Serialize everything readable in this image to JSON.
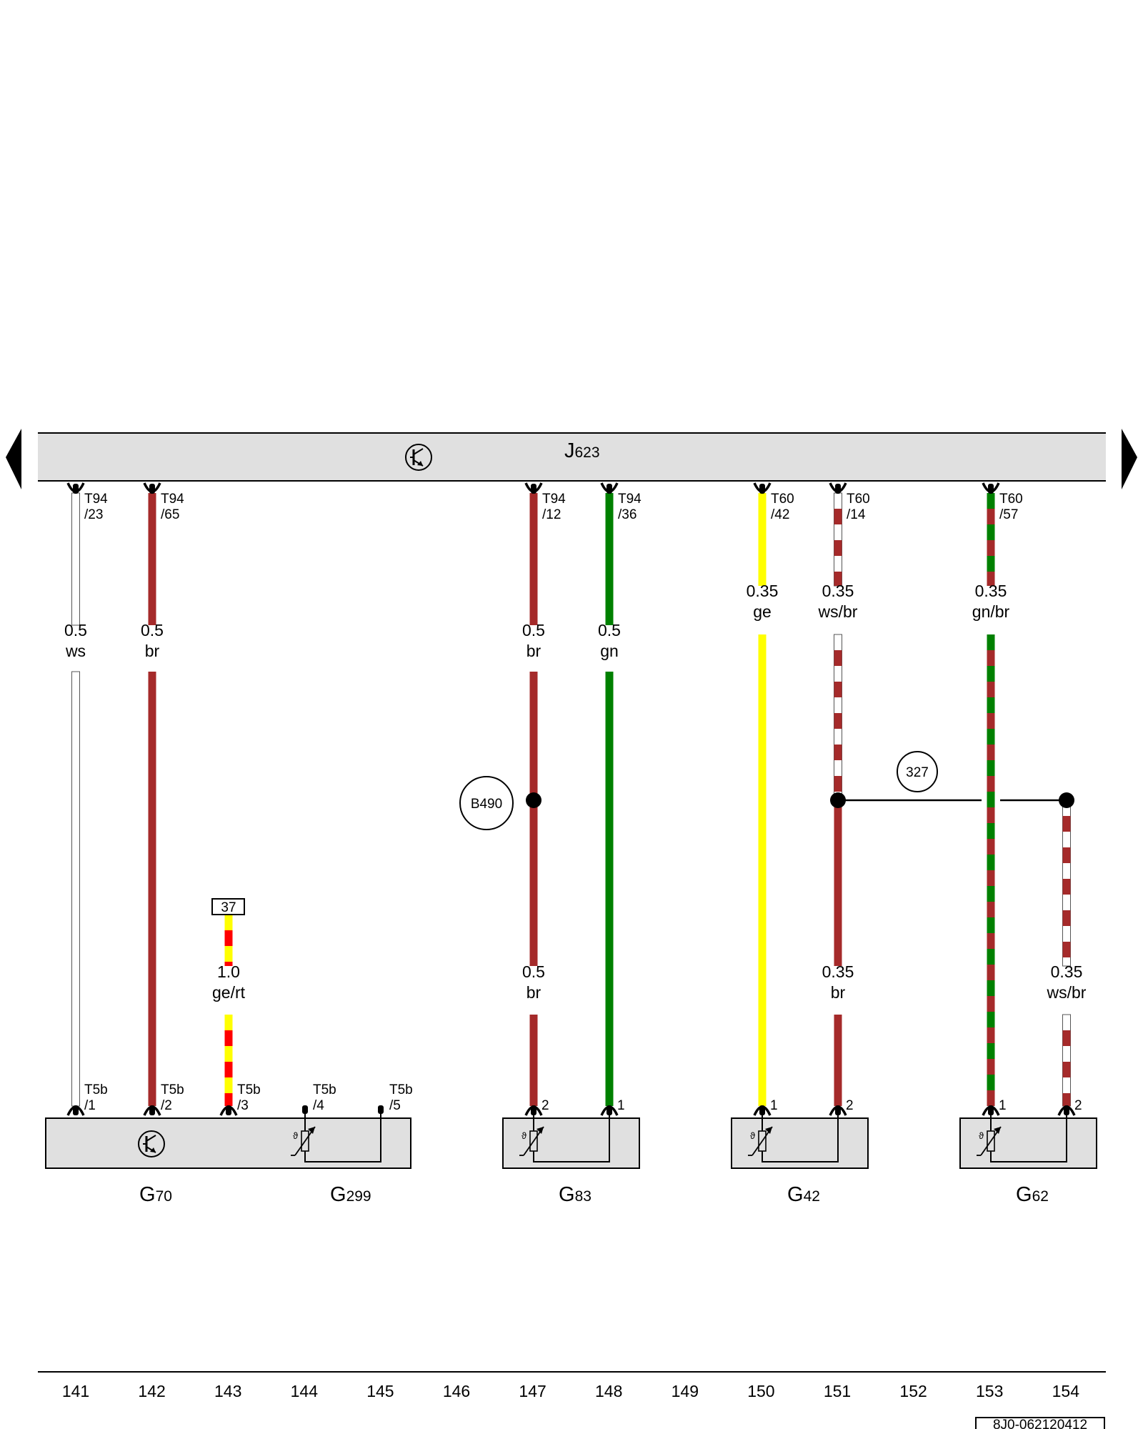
{
  "nav": {
    "prev_icon": "triangle-left-icon",
    "next_icon": "triangle-right-icon"
  },
  "control_unit": {
    "code": "J",
    "number": "623",
    "icon": "transistor-icon"
  },
  "wires": [
    {
      "id": "w141",
      "colors": [
        "#ffffff"
      ],
      "label_size": "0.5",
      "label_color": "ws",
      "top_pin": [
        "T94",
        "/23"
      ],
      "bottom_pin": [
        "T5b",
        "/1"
      ]
    },
    {
      "id": "w142",
      "colors": [
        "#a52a2a"
      ],
      "label_size": "0.5",
      "label_color": "br",
      "top_pin": [
        "T94",
        "/65"
      ],
      "bottom_pin": [
        "T5b",
        "/2"
      ]
    },
    {
      "id": "w143",
      "colors": [
        "#ffff00",
        "#ff0000"
      ],
      "label_size": "1.0",
      "label_color": "ge/rt",
      "bottom_pin": [
        "T5b",
        "/3"
      ],
      "reference": "37"
    },
    {
      "id": "w147",
      "colors": [
        "#a52a2a"
      ],
      "label_size": "0.5",
      "label_color": "br",
      "label2_size": "0.5",
      "label2_color": "br",
      "top_pin": [
        "T94",
        "/12"
      ],
      "bottom_pin_num": "2"
    },
    {
      "id": "w148",
      "colors": [
        "#008000"
      ],
      "label_size": "0.5",
      "label_color": "gn",
      "top_pin": [
        "T94",
        "/36"
      ],
      "bottom_pin_num": "1"
    },
    {
      "id": "w150",
      "colors": [
        "#ffff00"
      ],
      "label_size": "0.35",
      "label_color": "ge",
      "top_pin": [
        "T60",
        "/42"
      ],
      "bottom_pin_num": "1"
    },
    {
      "id": "w151",
      "colors": [
        "#ffffff",
        "#a52a2a"
      ],
      "label_size": "0.35",
      "label_color": "ws/br",
      "label2_size": "0.35",
      "label2_color": "br",
      "top_pin": [
        "T60",
        "/14"
      ],
      "bottom_pin_num": "2"
    },
    {
      "id": "w153",
      "colors": [
        "#008000",
        "#a52a2a"
      ],
      "label_size": "0.35",
      "label_color": "gn/br",
      "top_pin": [
        "T60",
        "/57"
      ],
      "bottom_pin_num": "1"
    },
    {
      "id": "w154",
      "colors": [
        "#ffffff",
        "#a52a2a"
      ],
      "label_size": "0.35",
      "label_color": "ws/br",
      "bottom_pin_num": "2"
    }
  ],
  "t5b_extra_pins": [
    [
      "T5b",
      "/4"
    ],
    [
      "T5b",
      "/5"
    ]
  ],
  "splices": {
    "b490": "B490",
    "ref327": "327"
  },
  "components": [
    {
      "code": "G",
      "number": "70"
    },
    {
      "code": "G",
      "number": "299"
    },
    {
      "code": "G",
      "number": "83"
    },
    {
      "code": "G",
      "number": "42"
    },
    {
      "code": "G",
      "number": "62"
    }
  ],
  "columns": [
    "141",
    "142",
    "143",
    "144",
    "145",
    "146",
    "147",
    "148",
    "149",
    "150",
    "151",
    "152",
    "153",
    "154"
  ],
  "doc_id": "8J0-062120412",
  "icons": {
    "sensor": "thermistor-icon",
    "ecu": "transistor-icon"
  }
}
